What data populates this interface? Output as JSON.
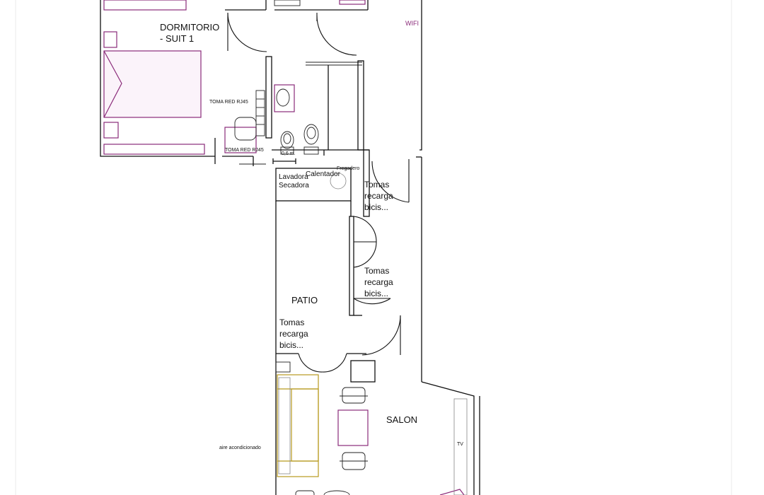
{
  "labels": {
    "dormitorio_line1": "DORMITORIO",
    "dormitorio_line2": "- SUIT 1",
    "toma_red_1": "TOMA RED RJ45",
    "toma_red_2": "TOMA RED RJ45",
    "wifi": "WIFI",
    "dimension": "0,6 m.",
    "fregadero": "Fregadero",
    "calentador": "Calentador",
    "lavadora": "Lavadora",
    "secadora": "Secadora",
    "tomas_top_1": "Tomas",
    "tomas_top_2": "recarga",
    "tomas_top_3": "bicis...",
    "tomas_mid_1": "Tomas",
    "tomas_mid_2": "recarga",
    "tomas_mid_3": "bicis...",
    "patio": "PATIO",
    "tomas_patio_1": "Tomas",
    "tomas_patio_2": "recarga",
    "tomas_patio_3": "bicis...",
    "salon": "SALON",
    "aire": "aire acondicionado",
    "tv": "TV"
  },
  "colors": {
    "wall": "#111111",
    "furniture": "#8a2b7a",
    "sofa": "#b79a1f",
    "background": "#ffffff"
  }
}
